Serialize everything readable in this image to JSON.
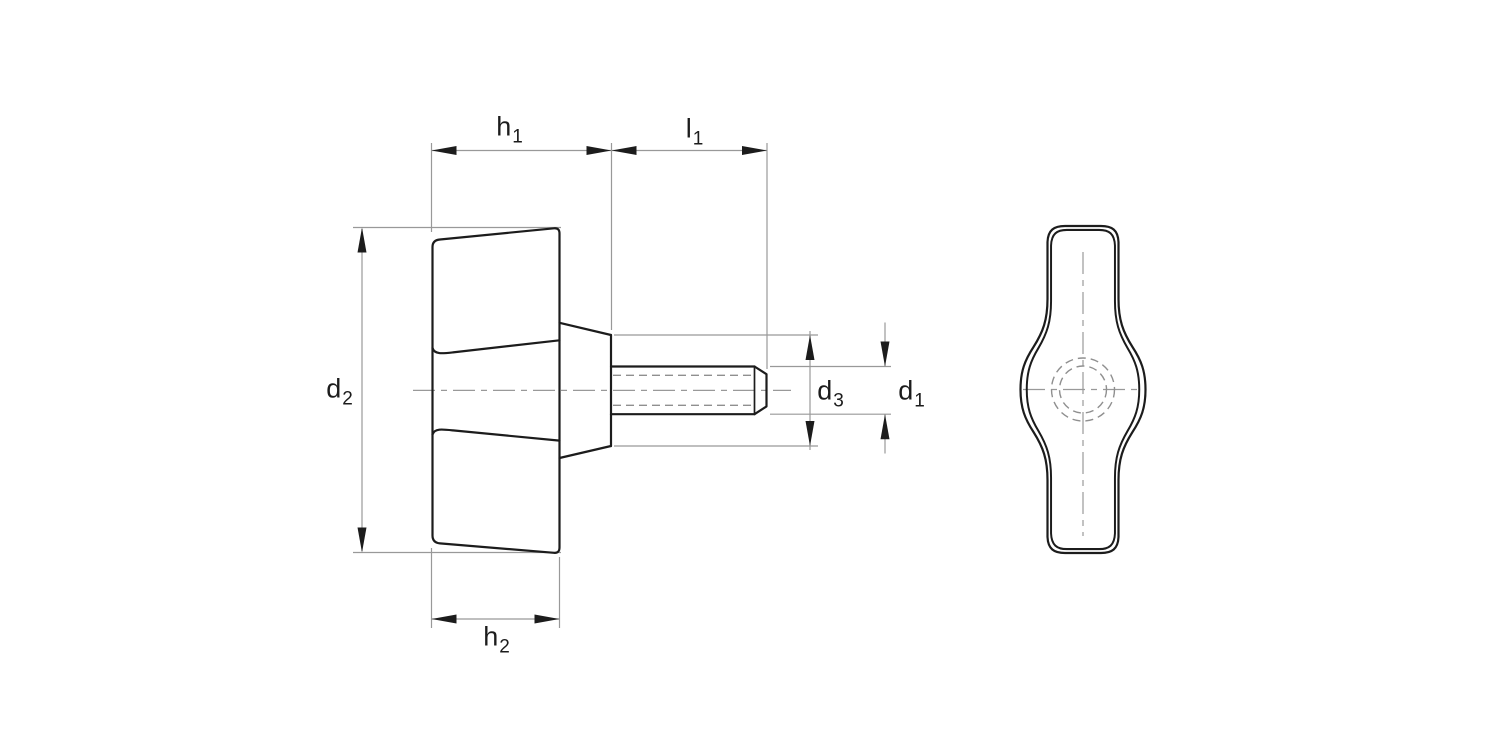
{
  "drawing": {
    "type": "technical-drawing-wing-knob",
    "views": {
      "side_view": "wing knob with threaded stud, sectioned hub and chamfered thread tip",
      "front_view": "wing knob face with hidden threaded hole (dashed circles) and centerlines"
    },
    "labels": {
      "h1": {
        "base": "h",
        "sub": "1"
      },
      "l1": {
        "base": "l",
        "sub": "1"
      },
      "d2": {
        "base": "d",
        "sub": "2"
      },
      "d3": {
        "base": "d",
        "sub": "3"
      },
      "d1": {
        "base": "d",
        "sub": "1"
      },
      "h2": {
        "base": "h",
        "sub": "2"
      }
    }
  },
  "colors": {
    "background": "#ffffff",
    "part_outline": "#1c1c1c",
    "thin_line": "#999999",
    "hidden_line": "#8f8f8f",
    "text": "#1c1c1c"
  }
}
